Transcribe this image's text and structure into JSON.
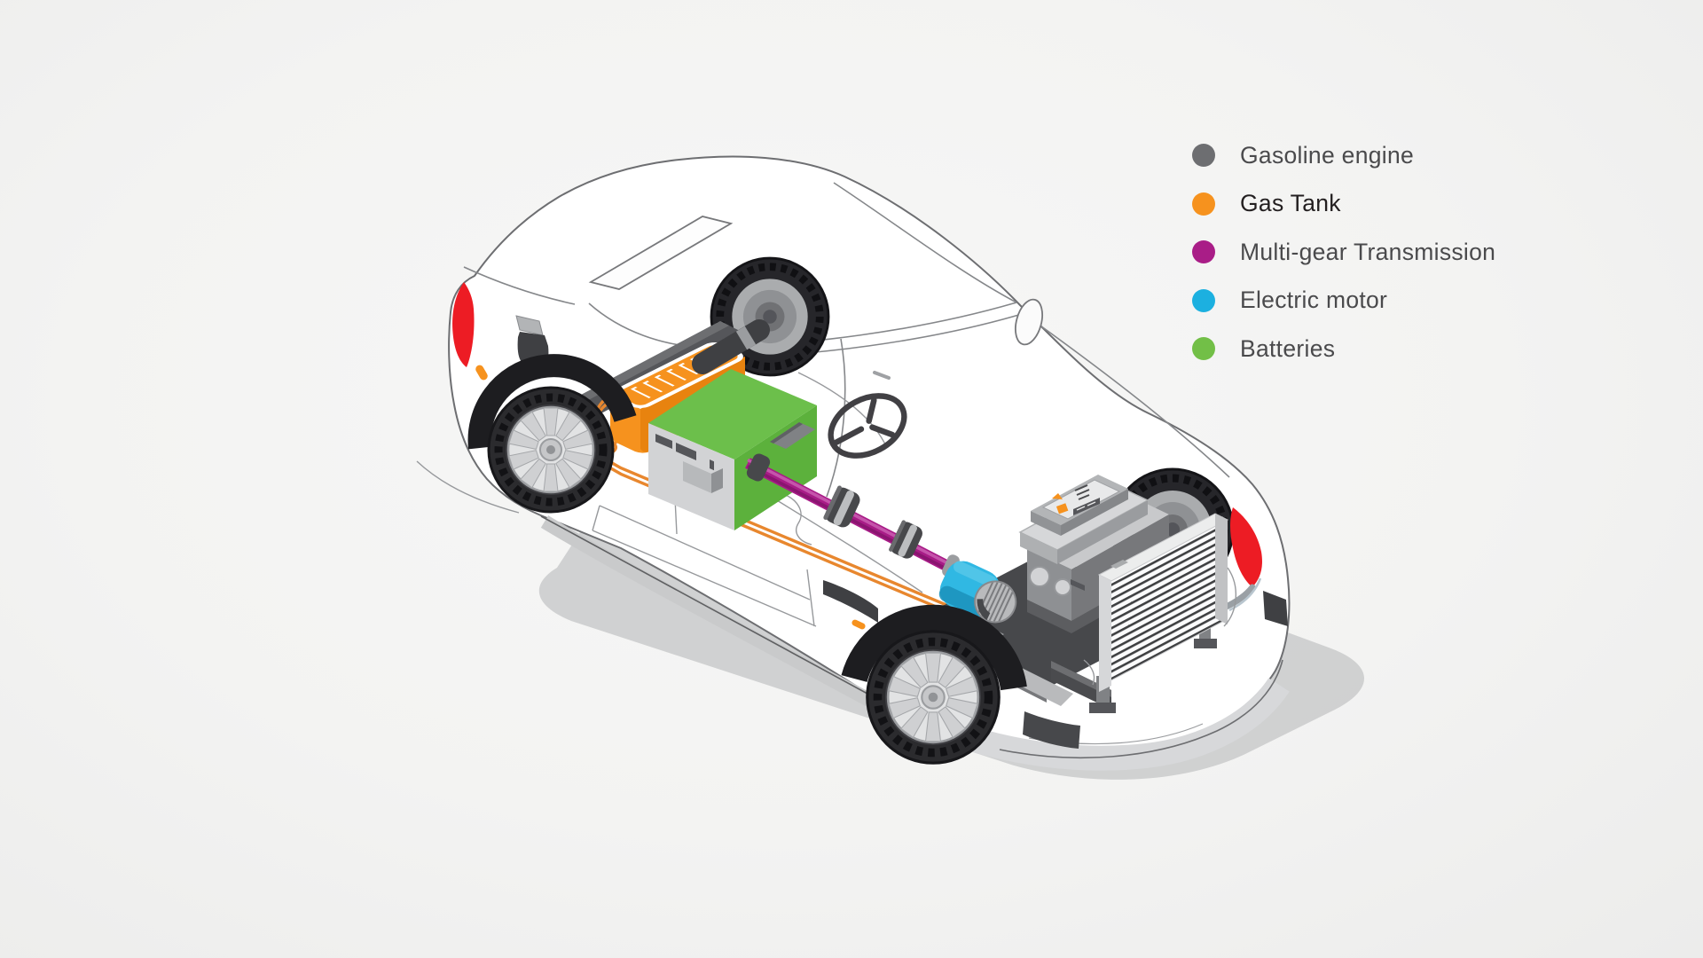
{
  "background": "#f4f4f3",
  "legend": {
    "items": [
      {
        "id": "gasoline-engine",
        "label": "Gasoline engine",
        "color": "#6d6e71",
        "text_color": "#4a4a4c"
      },
      {
        "id": "gas-tank",
        "label": "Gas Tank",
        "color": "#f6921e",
        "text_color": "#231f20"
      },
      {
        "id": "multi-gear-transmission",
        "label": "Multi-gear Transmission",
        "color": "#a91d87",
        "text_color": "#4a4a4c"
      },
      {
        "id": "electric-motor",
        "label": "Electric motor",
        "color": "#1cb0e0",
        "text_color": "#4a4a4c"
      },
      {
        "id": "batteries",
        "label": "Batteries",
        "color": "#72bf47",
        "text_color": "#4a4a4c"
      }
    ]
  },
  "illustration": {
    "colors": {
      "background": "#f4f4f3",
      "gas_tank": "#f6921e",
      "gas_tank_shade": "#e8830f",
      "batteries": "#6cbf4b",
      "batteries_shade": "#5cb13c",
      "batteries_face": "#d2d3d5",
      "transmission": "#a81c87",
      "transmission_light": "#c554ab",
      "transmission_dark": "#8a1570",
      "motor": "#30b8e3",
      "motor_light": "#54c6e8",
      "motor_dark": "#1d93bd",
      "engine_gray": "#c8c9cb",
      "light_red": "#ed1c24",
      "fuel_line": "#e8872e",
      "body_white": "#ffffff",
      "outline_gray": "#77787b",
      "shadow": "#c9cacb"
    }
  }
}
